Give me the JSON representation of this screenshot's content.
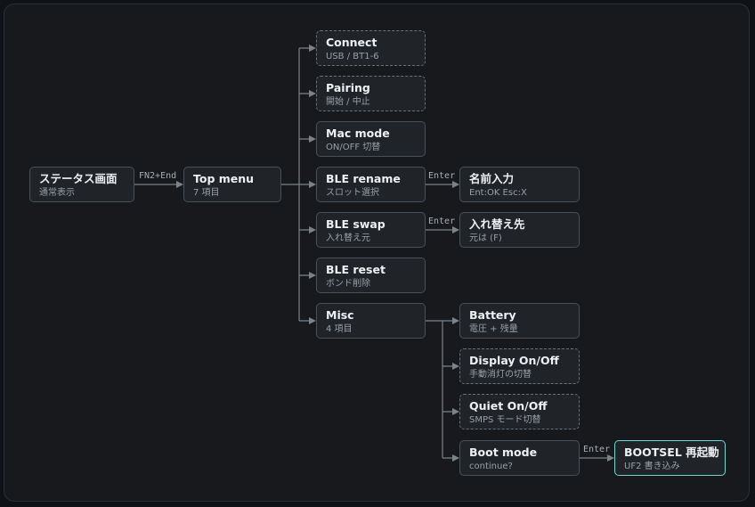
{
  "nodes": [
    {
      "id": "status",
      "title": "ステータス画面",
      "sub": "通常表示",
      "style": "solid"
    },
    {
      "id": "top",
      "title": "Top menu",
      "sub": "7 項目",
      "style": "solid"
    },
    {
      "id": "connect",
      "title": "Connect",
      "sub": "USB / BT1-6",
      "style": "dashed"
    },
    {
      "id": "pairing",
      "title": "Pairing",
      "sub": "開始 / 中止",
      "style": "dashed"
    },
    {
      "id": "mac",
      "title": "Mac mode",
      "sub": "ON/OFF 切替",
      "style": "solid"
    },
    {
      "id": "blerename",
      "title": "BLE rename",
      "sub": "スロット選択",
      "style": "solid"
    },
    {
      "id": "bleswap",
      "title": "BLE swap",
      "sub": "入れ替え元",
      "style": "solid"
    },
    {
      "id": "blereset",
      "title": "BLE reset",
      "sub": "ボンド削除",
      "style": "solid"
    },
    {
      "id": "misc",
      "title": "Misc",
      "sub": "4 項目",
      "style": "solid"
    },
    {
      "id": "nameinput",
      "title": "名前入力",
      "sub": "Ent:OK Esc:X",
      "style": "solid"
    },
    {
      "id": "swapdest",
      "title": "入れ替え先",
      "sub": "元は (F)",
      "style": "solid"
    },
    {
      "id": "battery",
      "title": "Battery",
      "sub": "電圧 + 残量",
      "style": "solid"
    },
    {
      "id": "display",
      "title": "Display On/Off",
      "sub": "手動消灯の切替",
      "style": "dashed"
    },
    {
      "id": "quiet",
      "title": "Quiet On/Off",
      "sub": "SMPS モード切替",
      "style": "dashed"
    },
    {
      "id": "bootmode",
      "title": "Boot mode",
      "sub": "continue?",
      "style": "solid"
    },
    {
      "id": "bootsel",
      "title": "BOOTSEL 再起動",
      "sub": "UF2 書き込み",
      "style": "highlight"
    }
  ],
  "edges": [
    {
      "from": "status",
      "to": "top",
      "label": "FN2+End"
    },
    {
      "from": "top",
      "to": "connect",
      "label": ""
    },
    {
      "from": "top",
      "to": "pairing",
      "label": ""
    },
    {
      "from": "top",
      "to": "mac",
      "label": ""
    },
    {
      "from": "top",
      "to": "blerename",
      "label": ""
    },
    {
      "from": "top",
      "to": "bleswap",
      "label": ""
    },
    {
      "from": "top",
      "to": "blereset",
      "label": ""
    },
    {
      "from": "top",
      "to": "misc",
      "label": ""
    },
    {
      "from": "blerename",
      "to": "nameinput",
      "label": "Enter"
    },
    {
      "from": "bleswap",
      "to": "swapdest",
      "label": "Enter"
    },
    {
      "from": "misc",
      "to": "battery",
      "label": ""
    },
    {
      "from": "misc",
      "to": "display",
      "label": ""
    },
    {
      "from": "misc",
      "to": "quiet",
      "label": ""
    },
    {
      "from": "misc",
      "to": "bootmode",
      "label": ""
    },
    {
      "from": "bootmode",
      "to": "bootsel",
      "label": "Enter"
    }
  ],
  "colors": {
    "background": "#17191d",
    "node": "#202328",
    "border": "#4a5058",
    "highlight": "#6fd6cf",
    "wire": "#7c828a"
  }
}
